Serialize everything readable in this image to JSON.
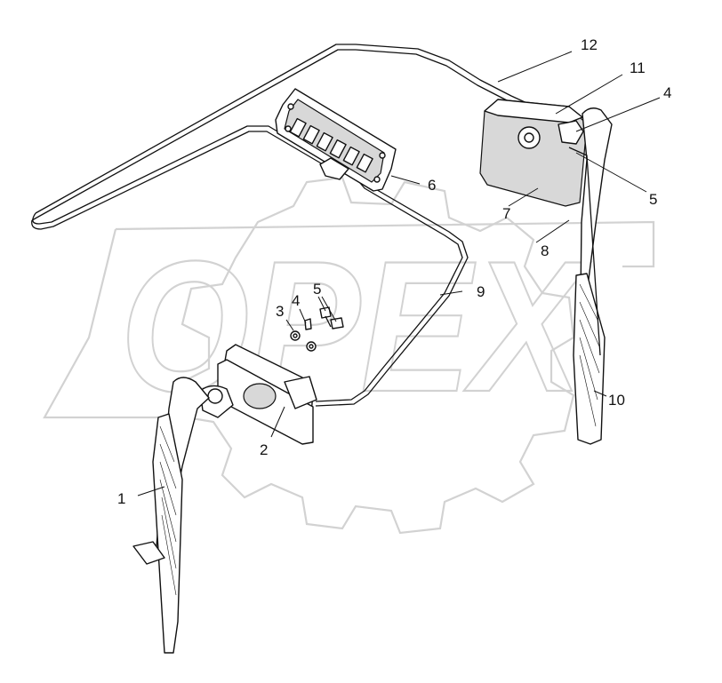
{
  "watermark": {
    "text": "OPEX"
  },
  "callouts": [
    "1",
    "2",
    "3",
    "4",
    "5",
    "4",
    "5",
    "6",
    "7",
    "8",
    "9",
    "10",
    "11",
    "12"
  ]
}
